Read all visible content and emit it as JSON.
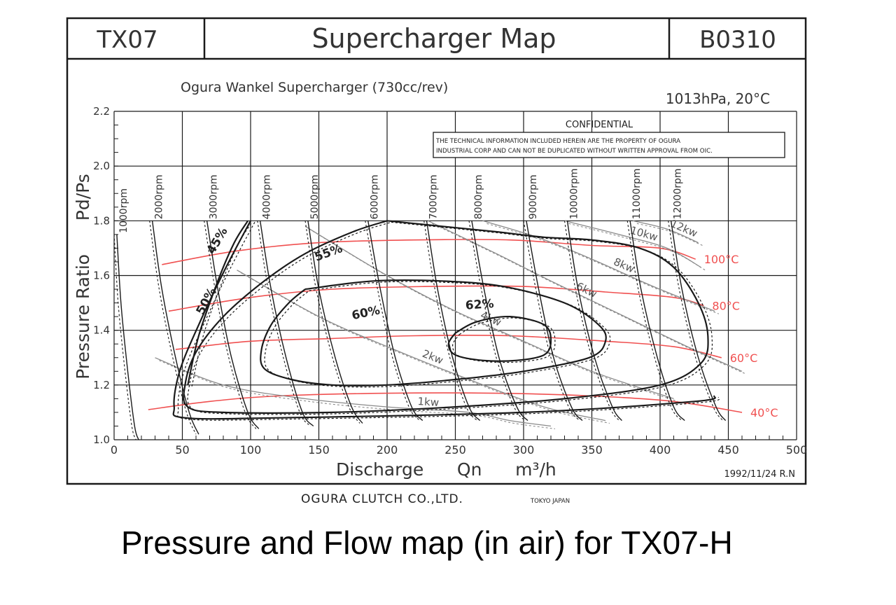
{
  "header": {
    "left_code": "TX07",
    "title": "Supercharger Map",
    "right_code": "B0310"
  },
  "subtitle": "Ogura Wankel Supercharger (730cc/rev)",
  "conditions": "1013hPa, 20°C",
  "confidential": {
    "heading": "CONFIDENTIAL",
    "line1": "THE TECHNICAL INFORMATION INCLUDED HEREIN ARE THE PROPERTY OF OGURA",
    "line2": "INDUSTRIAL CORP AND CAN NOT BE DUPLICATED WITHOUT WRITTEN APPROVAL FROM OIC."
  },
  "footer": {
    "date_initials": "1992/11/24 R.N",
    "company": "OGURA CLUTCH CO.,LTD.",
    "location": "TOKYO JAPAN"
  },
  "caption": "Pressure and Flow map (in air) for TX07-H",
  "colors": {
    "ink": "#1a1a1a",
    "grey": "#8a8a8a",
    "temp": "#f05050"
  },
  "chart_data": {
    "type": "line",
    "xlabel": "Discharge      Qn      m³/h",
    "ylabel": "Pressure Ratio      Pd/Ps",
    "xlim": [
      0,
      500
    ],
    "ylim": [
      1.0,
      2.2
    ],
    "grid": true,
    "xticks": [
      0,
      50,
      100,
      150,
      200,
      250,
      300,
      350,
      400,
      450,
      500
    ],
    "yticks": [
      1.0,
      1.2,
      1.4,
      1.6,
      1.8,
      2.0,
      2.2
    ],
    "speed_lines": [
      {
        "label": "1000rpm",
        "points": [
          [
            2,
            1.75
          ],
          [
            5,
            1.5
          ],
          [
            10,
            1.25
          ],
          [
            15,
            1.05
          ],
          [
            18,
            1.0
          ]
        ]
      },
      {
        "label": "2000rpm",
        "points": [
          [
            28,
            1.8
          ],
          [
            35,
            1.55
          ],
          [
            45,
            1.3
          ],
          [
            55,
            1.1
          ],
          [
            62,
            1.02
          ]
        ]
      },
      {
        "label": "3000rpm",
        "points": [
          [
            68,
            1.8
          ],
          [
            76,
            1.55
          ],
          [
            86,
            1.3
          ],
          [
            98,
            1.1
          ],
          [
            106,
            1.04
          ]
        ]
      },
      {
        "label": "4000rpm",
        "points": [
          [
            107,
            1.8
          ],
          [
            115,
            1.55
          ],
          [
            126,
            1.3
          ],
          [
            138,
            1.1
          ],
          [
            146,
            1.05
          ]
        ]
      },
      {
        "label": "5000rpm",
        "points": [
          [
            142,
            1.8
          ],
          [
            150,
            1.55
          ],
          [
            162,
            1.3
          ],
          [
            174,
            1.12
          ],
          [
            182,
            1.06
          ]
        ]
      },
      {
        "label": "6000rpm",
        "points": [
          [
            186,
            1.8
          ],
          [
            195,
            1.55
          ],
          [
            206,
            1.3
          ],
          [
            218,
            1.12
          ],
          [
            226,
            1.07
          ]
        ]
      },
      {
        "label": "7000rpm",
        "points": [
          [
            229,
            1.8
          ],
          [
            237,
            1.55
          ],
          [
            248,
            1.3
          ],
          [
            260,
            1.12
          ],
          [
            268,
            1.07
          ]
        ]
      },
      {
        "label": "8000rpm",
        "points": [
          [
            262,
            1.8
          ],
          [
            271,
            1.55
          ],
          [
            282,
            1.3
          ],
          [
            295,
            1.12
          ],
          [
            303,
            1.07
          ]
        ]
      },
      {
        "label": "9000rpm",
        "points": [
          [
            302,
            1.8
          ],
          [
            311,
            1.55
          ],
          [
            322,
            1.3
          ],
          [
            335,
            1.12
          ],
          [
            343,
            1.07
          ]
        ]
      },
      {
        "label": "10000rpm",
        "points": [
          [
            332,
            1.8
          ],
          [
            340,
            1.55
          ],
          [
            352,
            1.3
          ],
          [
            365,
            1.12
          ],
          [
            372,
            1.07
          ]
        ]
      },
      {
        "label": "11000rpm",
        "points": [
          [
            378,
            1.8
          ],
          [
            386,
            1.55
          ],
          [
            398,
            1.3
          ],
          [
            410,
            1.12
          ],
          [
            418,
            1.07
          ]
        ]
      },
      {
        "label": "12000rpm",
        "points": [
          [
            408,
            1.8
          ],
          [
            416,
            1.55
          ],
          [
            428,
            1.3
          ],
          [
            441,
            1.12
          ],
          [
            448,
            1.07
          ]
        ]
      }
    ],
    "efficiency_contours": [
      {
        "label": "45%",
        "points": [
          [
            54,
            1.2
          ],
          [
            62,
            1.38
          ],
          [
            76,
            1.58
          ],
          [
            88,
            1.72
          ],
          [
            98,
            1.8
          ]
        ]
      },
      {
        "label": "50%",
        "points": [
          [
            100,
            1.8
          ],
          [
            82,
            1.63
          ],
          [
            62,
            1.42
          ],
          [
            48,
            1.25
          ],
          [
            44,
            1.12
          ],
          [
            52,
            1.08
          ],
          [
            120,
            1.08
          ],
          [
            300,
            1.1
          ],
          [
            425,
            1.14
          ],
          [
            440,
            1.16
          ]
        ]
      },
      {
        "label": "55%",
        "points": [
          [
            200,
            1.8
          ],
          [
            240,
            1.78
          ],
          [
            280,
            1.76
          ],
          [
            315,
            1.74
          ],
          [
            350,
            1.73
          ],
          [
            385,
            1.7
          ],
          [
            410,
            1.63
          ],
          [
            428,
            1.5
          ],
          [
            435,
            1.38
          ],
          [
            430,
            1.28
          ],
          [
            400,
            1.2
          ],
          [
            330,
            1.15
          ],
          [
            250,
            1.12
          ],
          [
            160,
            1.1
          ],
          [
            80,
            1.1
          ],
          [
            54,
            1.12
          ],
          [
            52,
            1.2
          ],
          [
            60,
            1.32
          ],
          [
            80,
            1.45
          ],
          [
            110,
            1.58
          ],
          [
            140,
            1.68
          ],
          [
            175,
            1.76
          ],
          [
            200,
            1.8
          ]
        ]
      },
      {
        "label": "60%",
        "points": [
          [
            140,
            1.55
          ],
          [
            190,
            1.58
          ],
          [
            240,
            1.58
          ],
          [
            285,
            1.56
          ],
          [
            330,
            1.5
          ],
          [
            355,
            1.42
          ],
          [
            360,
            1.36
          ],
          [
            348,
            1.3
          ],
          [
            300,
            1.25
          ],
          [
            250,
            1.22
          ],
          [
            200,
            1.2
          ],
          [
            160,
            1.2
          ],
          [
            130,
            1.22
          ],
          [
            110,
            1.26
          ],
          [
            108,
            1.33
          ],
          [
            115,
            1.42
          ],
          [
            128,
            1.5
          ],
          [
            140,
            1.55
          ]
        ]
      },
      {
        "label": "62%",
        "points": [
          [
            250,
            1.39
          ],
          [
            265,
            1.43
          ],
          [
            290,
            1.45
          ],
          [
            315,
            1.42
          ],
          [
            320,
            1.36
          ],
          [
            315,
            1.31
          ],
          [
            295,
            1.29
          ],
          [
            270,
            1.29
          ],
          [
            250,
            1.31
          ],
          [
            245,
            1.35
          ],
          [
            250,
            1.39
          ]
        ]
      }
    ],
    "power_lines": [
      {
        "label": "1kw",
        "points": [
          [
            30,
            1.3
          ],
          [
            80,
            1.2
          ],
          [
            140,
            1.15
          ],
          [
            200,
            1.12
          ],
          [
            260,
            1.1
          ],
          [
            290,
            1.07
          ],
          [
            320,
            1.05
          ]
        ]
      },
      {
        "label": "2kw",
        "points": [
          [
            90,
            1.62
          ],
          [
            150,
            1.45
          ],
          [
            205,
            1.33
          ],
          [
            260,
            1.22
          ],
          [
            315,
            1.12
          ],
          [
            360,
            1.07
          ]
        ]
      },
      {
        "label": "4kw",
        "points": [
          [
            140,
            1.78
          ],
          [
            200,
            1.6
          ],
          [
            250,
            1.47
          ],
          [
            300,
            1.36
          ],
          [
            350,
            1.25
          ],
          [
            410,
            1.15
          ]
        ]
      },
      {
        "label": "6kw",
        "points": [
          [
            230,
            1.8
          ],
          [
            280,
            1.68
          ],
          [
            320,
            1.58
          ],
          [
            370,
            1.46
          ],
          [
            420,
            1.34
          ],
          [
            460,
            1.25
          ]
        ]
      },
      {
        "label": "8kw",
        "points": [
          [
            270,
            1.8
          ],
          [
            310,
            1.74
          ],
          [
            350,
            1.66
          ],
          [
            395,
            1.56
          ],
          [
            440,
            1.47
          ]
        ]
      },
      {
        "label": "10kw",
        "points": [
          [
            330,
            1.8
          ],
          [
            370,
            1.75
          ],
          [
            405,
            1.7
          ],
          [
            430,
            1.63
          ]
        ]
      },
      {
        "label": "12kw",
        "points": [
          [
            380,
            1.8
          ],
          [
            405,
            1.77
          ],
          [
            428,
            1.72
          ]
        ]
      }
    ],
    "temperature_lines": [
      {
        "label": "100°C",
        "points": [
          [
            35,
            1.64
          ],
          [
            90,
            1.69
          ],
          [
            150,
            1.72
          ],
          [
            220,
            1.73
          ],
          [
            290,
            1.73
          ],
          [
            350,
            1.71
          ],
          [
            400,
            1.7
          ],
          [
            426,
            1.66
          ]
        ]
      },
      {
        "label": "80°C",
        "points": [
          [
            40,
            1.47
          ],
          [
            100,
            1.52
          ],
          [
            160,
            1.55
          ],
          [
            230,
            1.56
          ],
          [
            300,
            1.56
          ],
          [
            360,
            1.54
          ],
          [
            410,
            1.52
          ],
          [
            432,
            1.49
          ]
        ]
      },
      {
        "label": "60°C",
        "points": [
          [
            45,
            1.33
          ],
          [
            100,
            1.36
          ],
          [
            160,
            1.37
          ],
          [
            220,
            1.38
          ],
          [
            290,
            1.38
          ],
          [
            360,
            1.36
          ],
          [
            410,
            1.34
          ],
          [
            445,
            1.3
          ]
        ]
      },
      {
        "label": "40°C",
        "points": [
          [
            25,
            1.11
          ],
          [
            70,
            1.14
          ],
          [
            120,
            1.16
          ],
          [
            200,
            1.17
          ],
          [
            280,
            1.17
          ],
          [
            350,
            1.16
          ],
          [
            410,
            1.14
          ],
          [
            460,
            1.1
          ]
        ]
      }
    ]
  }
}
